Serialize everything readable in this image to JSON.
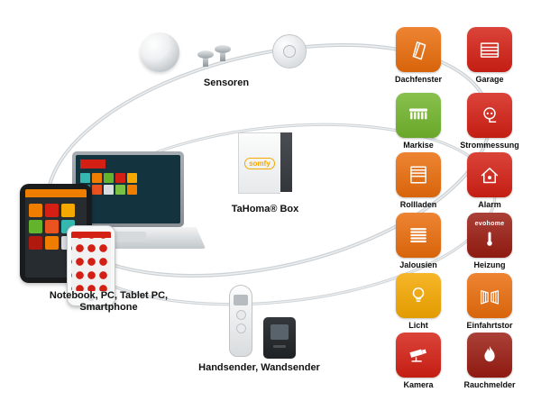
{
  "labels": {
    "sensors": "Sensoren",
    "tahoma": "TaHoma® Box",
    "devices_line1": "Notebook, PC, Tablet PC,",
    "devices_line2": "Smartphone",
    "remotes": "Handsender, Wandsender"
  },
  "brand": {
    "somfy": "somfy",
    "somfy_color": "#f5a800"
  },
  "tiles": [
    {
      "label": "Dachfenster",
      "color": "#ea6d0c",
      "icon": "roof-window-icon"
    },
    {
      "label": "Garage",
      "color": "#d42014",
      "icon": "garage-door-icon"
    },
    {
      "label": "Markise",
      "color": "#72b52c",
      "icon": "awning-icon"
    },
    {
      "label": "Strommessung",
      "color": "#d42014",
      "icon": "power-meter-icon"
    },
    {
      "label": "Rollladen",
      "color": "#ea6d0c",
      "icon": "roller-shutter-icon"
    },
    {
      "label": "Alarm",
      "color": "#d42014",
      "icon": "alarm-house-icon"
    },
    {
      "label": "Jalousien",
      "color": "#ea6d0c",
      "icon": "venetian-blind-icon"
    },
    {
      "label": "Heizung",
      "color": "#9a1c12",
      "icon": "thermometer-icon",
      "badge": "evohome"
    },
    {
      "label": "Licht",
      "color": "#f5a800",
      "icon": "light-bulb-icon"
    },
    {
      "label": "Einfahrtstor",
      "color": "#ea6d0c",
      "icon": "gate-icon"
    },
    {
      "label": "Kamera",
      "color": "#d42014",
      "icon": "camera-icon"
    },
    {
      "label": "Rauchmelder",
      "color": "#9a1c12",
      "icon": "flame-icon"
    }
  ]
}
